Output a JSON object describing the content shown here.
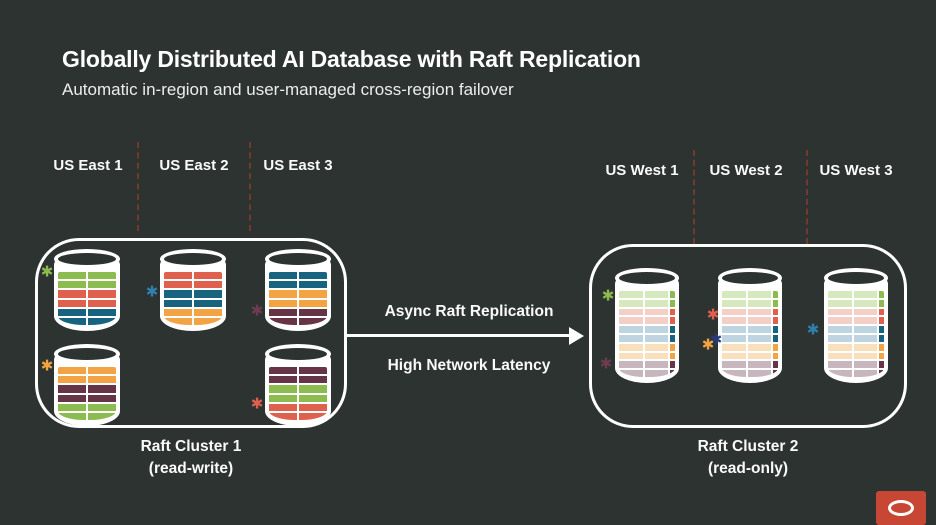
{
  "slide": {
    "title": "Globally Distributed AI Database with Raft Replication",
    "subtitle": "Automatic in-region and user-managed cross-region failover",
    "background": "#2d3331"
  },
  "regions": {
    "east": [
      "US East 1",
      "US East 2",
      "US East 3"
    ],
    "west": [
      "US West 1",
      "US West 2",
      "US West 3"
    ]
  },
  "arrow": {
    "top_label": "Async Raft Replication",
    "bottom_label": "High Network Latency"
  },
  "left_cluster": {
    "caption": [
      "Raft Cluster 1",
      "(read-write)"
    ],
    "cylinders": [
      {
        "rows": [
          "green",
          "green",
          "red",
          "red",
          "blue",
          "blue"
        ]
      },
      {
        "rows": [
          "red",
          "red",
          "blue",
          "blue",
          "orange",
          "orange"
        ]
      },
      {
        "rows": [
          "blue",
          "blue",
          "orange",
          "orange",
          "maroon",
          "maroon"
        ]
      },
      {
        "rows": [
          "orange",
          "orange",
          "maroon",
          "maroon",
          "green",
          "green"
        ]
      },
      {
        "rows": [
          "maroon",
          "maroon",
          "green",
          "green",
          "red",
          "red"
        ]
      }
    ],
    "asterisks": [
      "green",
      "blue",
      "maroon",
      "orange",
      "red"
    ]
  },
  "right_cluster": {
    "caption": [
      "Raft Cluster 2",
      "(read-only)"
    ],
    "cylinders": [
      {
        "pale": true,
        "rows": [
          "green",
          "green",
          "red",
          "red",
          "blue",
          "blue",
          "orange",
          "orange",
          "maroon",
          "maroon"
        ]
      },
      {
        "pale": true,
        "rows": [
          "green",
          "green",
          "red",
          "red",
          "blue",
          "blue",
          "orange",
          "orange",
          "maroon",
          "maroon"
        ]
      },
      {
        "pale": true,
        "rows": [
          "green",
          "green",
          "red",
          "red",
          "blue",
          "blue",
          "orange",
          "orange",
          "maroon",
          "maroon"
        ]
      }
    ],
    "asterisks": [
      "green",
      "maroon",
      "red",
      "navy",
      "orange",
      "blue"
    ]
  },
  "row_colors": {
    "green": "#8cbb4f",
    "red": "#e0604e",
    "blue": "#176380",
    "orange": "#f2a444",
    "maroon": "#653447",
    "pale_green": "#d5e8be",
    "pale_red": "#f4cfc8",
    "pale_blue": "#bed5e1",
    "pale_orange": "#f9e0bd",
    "pale_maroon": "#c7b6bd"
  },
  "asterisk_colors": {
    "green": "#8cbb4f",
    "blue": "#2e81ae",
    "maroon": "#6d3c50",
    "orange": "#f2a444",
    "red": "#e0604e",
    "navy": "#283a78"
  },
  "glyphs": {
    "asterisk": "✱"
  },
  "logo": {
    "brand": "Oracle",
    "color": "#c74634"
  }
}
